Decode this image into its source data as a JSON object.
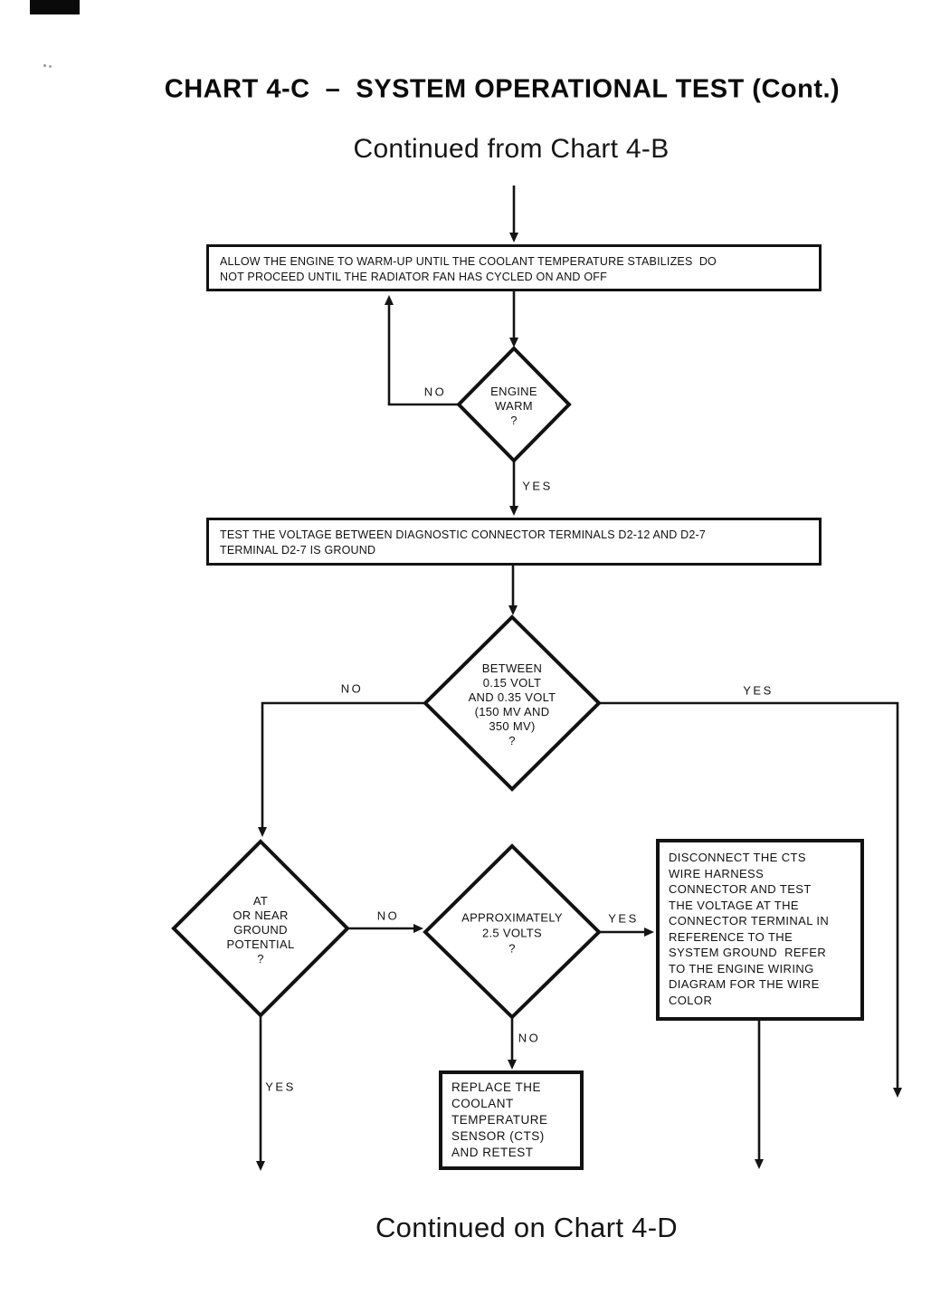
{
  "page": {
    "title": "CHART 4-C  –  SYSTEM OPERATIONAL TEST (Cont.)",
    "subtitle": "Continued from Chart 4-B",
    "footer": "Continued on Chart 4-D"
  },
  "colors": {
    "ink": "#111111",
    "paper": "#ffffff"
  },
  "flowchart": {
    "warmup_box": {
      "lines": [
        "ALLOW THE ENGINE TO WARM-UP UNTIL THE COOLANT TEMPERATURE STABILIZES  DO",
        "NOT PROCEED UNTIL THE RADIATOR FAN HAS CYCLED ON AND OFF"
      ]
    },
    "engine_warm": {
      "lines": [
        "ENGINE",
        "WARM",
        "?"
      ],
      "no": "NO",
      "yes": "YES"
    },
    "test_voltage_box": {
      "lines": [
        "TEST THE VOLTAGE BETWEEN DIAGNOSTIC CONNECTOR TERMINALS D2-12 AND D2-7",
        "TERMINAL D2-7 IS GROUND"
      ]
    },
    "voltage_range": {
      "lines": [
        "BETWEEN",
        "0.15 VOLT",
        "AND 0.35 VOLT",
        "(150 MV AND",
        "350 MV)",
        "?"
      ],
      "no": "NO",
      "yes": "YES"
    },
    "ground_potential": {
      "lines": [
        "AT",
        "OR NEAR",
        "GROUND",
        "POTENTIAL",
        "?"
      ],
      "no": "NO",
      "yes": "YES"
    },
    "approx_voltage": {
      "lines": [
        "APPROXIMATELY",
        "2.5 VOLTS",
        "?"
      ],
      "no": "NO",
      "yes": "YES"
    },
    "disconnect_box": {
      "lines": [
        "DISCONNECT THE CTS",
        "WIRE HARNESS",
        "CONNECTOR AND TEST",
        "THE VOLTAGE AT THE",
        "CONNECTOR TERMINAL IN",
        "REFERENCE TO THE",
        "SYSTEM GROUND  REFER",
        "TO THE ENGINE WIRING",
        "DIAGRAM FOR THE WIRE",
        "COLOR"
      ]
    },
    "replace_box": {
      "lines": [
        "REPLACE THE",
        "COOLANT",
        "TEMPERATURE",
        "SENSOR (CTS)",
        "AND RETEST"
      ]
    }
  }
}
